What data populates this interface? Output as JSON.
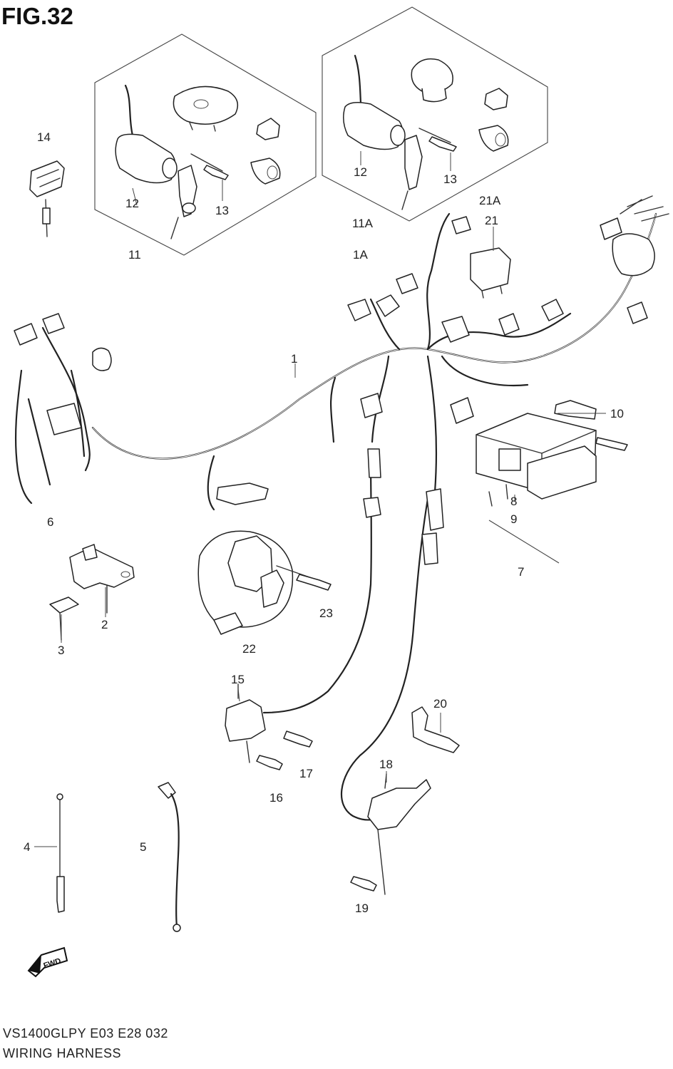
{
  "figure": {
    "title": "FIG.32"
  },
  "footer": {
    "code": "VS1400GLPY E03 E28 032",
    "name": "WIRING HARNESS"
  },
  "callouts": {
    "c1": "1",
    "c1A": "1A",
    "c2": "2",
    "c3": "3",
    "c4": "4",
    "c5": "5",
    "c6": "6",
    "c7": "7",
    "c8": "8",
    "c9": "9",
    "c10": "10",
    "c11": "11",
    "c11A": "11A",
    "c12a": "12",
    "c12b": "12",
    "c13a": "13",
    "c13b": "13",
    "c14": "14",
    "c15": "15",
    "c16": "16",
    "c17": "17",
    "c18": "18",
    "c19": "19",
    "c20": "20",
    "c21": "21",
    "c21A": "21A",
    "c22": "22",
    "c23": "23"
  }
}
